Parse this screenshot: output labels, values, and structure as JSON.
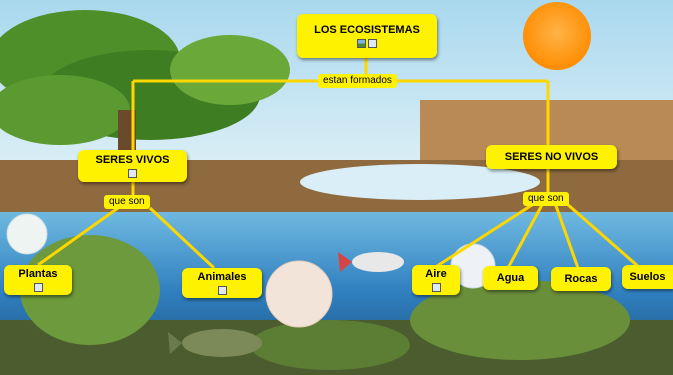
{
  "diagram": {
    "root": {
      "label": "LOS ECOSISTEMAS"
    },
    "root_link": "estan formados",
    "branches": [
      {
        "label": "SERES VIVOS",
        "link": "que son",
        "children": [
          "Plantas",
          "Animales"
        ]
      },
      {
        "label": "SERES NO VIVOS",
        "link": "que son",
        "children": [
          "Aire",
          "Agua",
          "Rocas",
          "Suelos"
        ]
      }
    ]
  },
  "colors": {
    "node": "#fff200",
    "connector": "#ffd700",
    "sky": "#bfe3f2",
    "water": "#3b8fc9",
    "sun": "#ff9a1a"
  },
  "icons": [
    "image-icon",
    "note-icon"
  ]
}
